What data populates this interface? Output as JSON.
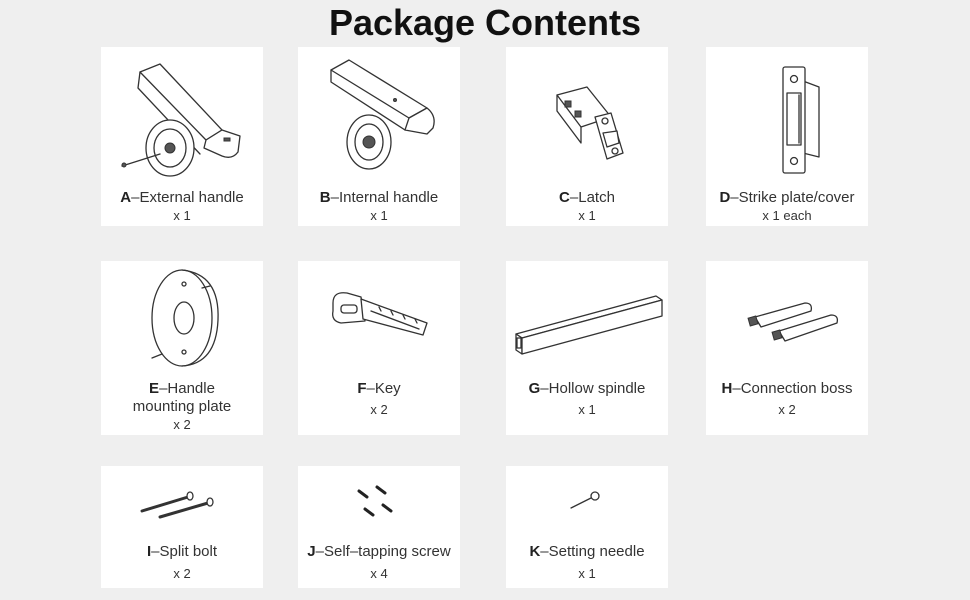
{
  "title": "Package Contents",
  "items": [
    {
      "letter": "A",
      "name": "–External handle",
      "qty": "x 1"
    },
    {
      "letter": "B",
      "name": "–Internal handle",
      "qty": "x 1"
    },
    {
      "letter": "C",
      "name": "–Latch",
      "qty": "x 1"
    },
    {
      "letter": "D",
      "name": "–Strike plate/cover",
      "qty": "x 1 each"
    },
    {
      "letter": "E",
      "name": "–Handle",
      "name2": "mounting plate",
      "qty": "x 2"
    },
    {
      "letter": "F",
      "name": "–Key",
      "qty": "x 2"
    },
    {
      "letter": "G",
      "name": "–Hollow spindle",
      "qty": "x 1"
    },
    {
      "letter": "H",
      "name": "–Connection boss",
      "qty": "x 2"
    },
    {
      "letter": "I",
      "name": "–Split bolt",
      "qty": "x 2"
    },
    {
      "letter": "J",
      "name": "–Self–tapping screw",
      "qty": "x 4"
    },
    {
      "letter": "K",
      "name": "–Setting needle",
      "qty": "x 1"
    }
  ]
}
